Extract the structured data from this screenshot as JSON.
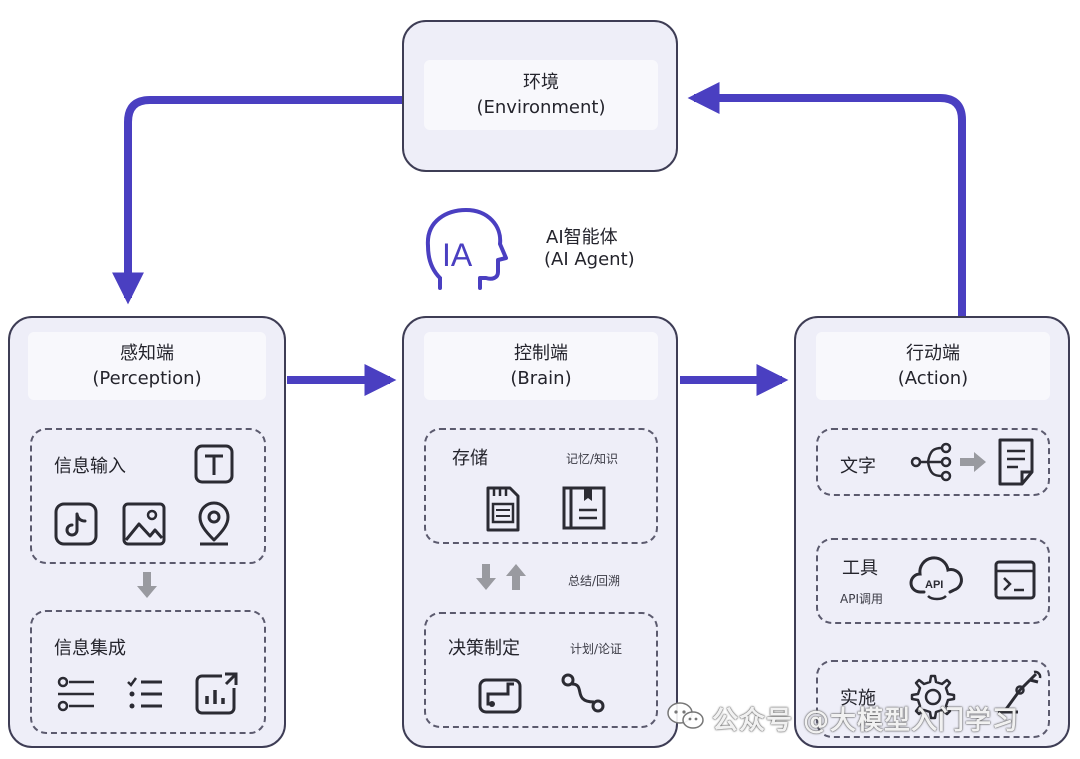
{
  "environment": {
    "title": "环境",
    "subtitle": "(Environment)"
  },
  "agent": {
    "title": "AI智能体",
    "subtitle": "(AI Agent)",
    "logo_text": "IA"
  },
  "perception": {
    "title": "感知端",
    "subtitle": "(Perception)",
    "input_label": "信息输入",
    "integration_label": "信息集成"
  },
  "brain": {
    "title": "控制端",
    "subtitle": "(Brain)",
    "storage_label": "存储",
    "storage_note": "记忆/知识",
    "summary_note": "总结/回溯",
    "decision_label": "决策制定",
    "decision_note": "计划/论证"
  },
  "action": {
    "title": "行动端",
    "subtitle": "(Action)",
    "text_label": "文字",
    "tools_label": "工具",
    "tools_note": "API调用",
    "api_text": "API",
    "implement_label": "实施"
  },
  "watermark": "公众号 @大模型入门学习",
  "colors": {
    "arrow": "#4a3fc1",
    "card_fill": "#eeeef8",
    "border": "#3e3d55"
  }
}
